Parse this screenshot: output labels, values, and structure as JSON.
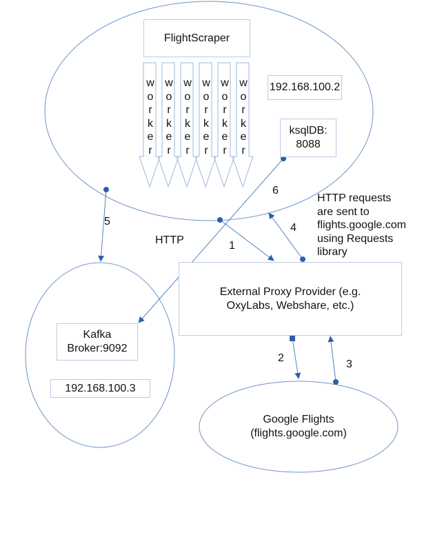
{
  "diagram": {
    "nodes": {
      "flightscraper_host": {
        "ip": "192.168.100.2"
      },
      "flightscraper": {
        "label": "FlightScraper"
      },
      "worker": {
        "label": "worker",
        "count": 6,
        "letters": [
          "w",
          "o",
          "r",
          "k",
          "e",
          "r"
        ]
      },
      "ksqldb": {
        "line1": "ksqlDB:",
        "line2": "8088"
      },
      "kafka_host": {
        "ip": "192.168.100.3"
      },
      "kafka": {
        "line1": "Kafka",
        "line2": "Broker:9092"
      },
      "proxy": {
        "line1": "External Proxy Provider (e.g.",
        "line2": "OxyLabs, Webshare, etc.)"
      },
      "google": {
        "line1": "Google Flights",
        "line2": "(flights.google.com)"
      }
    },
    "edges": [
      {
        "id": "1",
        "label": "1",
        "from": "flightscraper_host",
        "to": "proxy"
      },
      {
        "id": "2",
        "label": "2",
        "from": "proxy",
        "to": "google"
      },
      {
        "id": "3",
        "label": "3",
        "from": "google",
        "to": "proxy"
      },
      {
        "id": "4",
        "label": "4",
        "from": "proxy",
        "to": "flightscraper_host"
      },
      {
        "id": "5",
        "label": "5",
        "from": "flightscraper_host",
        "to": "kafka_host"
      },
      {
        "id": "6",
        "label": "6",
        "from": "ksqldb",
        "to": "kafka"
      }
    ],
    "annotations": {
      "http": "HTTP",
      "note": [
        "HTTP requests",
        "are sent to",
        "flights.google.com",
        "using Requests",
        "library"
      ]
    },
    "colors": {
      "line": "#4f81bd",
      "box_border": "#b8cce4",
      "arrow_fill": "#2e5fa8"
    }
  }
}
